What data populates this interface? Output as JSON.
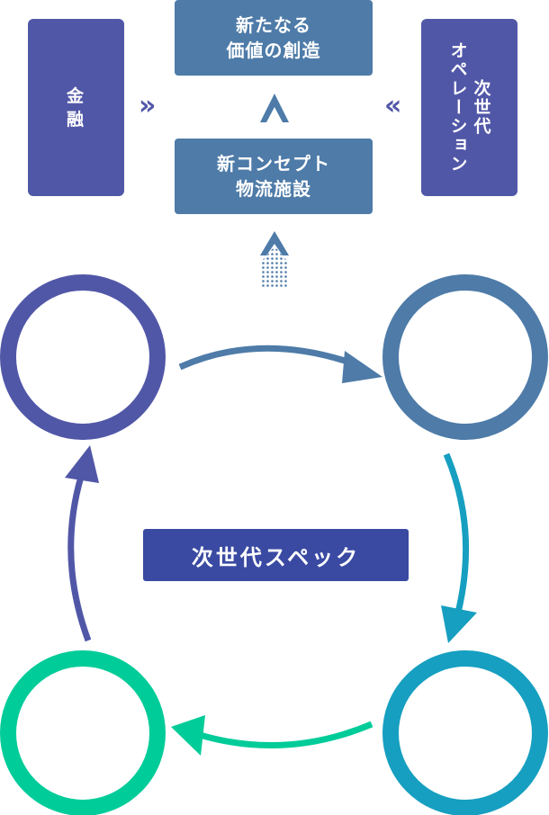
{
  "top_box": {
    "line1": "新たなる",
    "line2": "価値の創造"
  },
  "mid_box": {
    "line1": "新コンセプト",
    "line2": "物流施設"
  },
  "left_box": {
    "label": "金\n融"
  },
  "right_box": {
    "label": "次世代\nオペレーション"
  },
  "center_label": "次世代スペック",
  "arrows": {
    "left": "»",
    "right": "«"
  },
  "colors": {
    "indigo": "#5157a7",
    "steel_blue": "#4e7ba8",
    "teal": "#169fc0",
    "green": "#00cc99",
    "label_bg": "#3a4aa2"
  },
  "icons": [
    "double-chevron-right-icon",
    "double-chevron-left-icon",
    "chevron-up-icon",
    "dotted-chevron-up-icon"
  ]
}
